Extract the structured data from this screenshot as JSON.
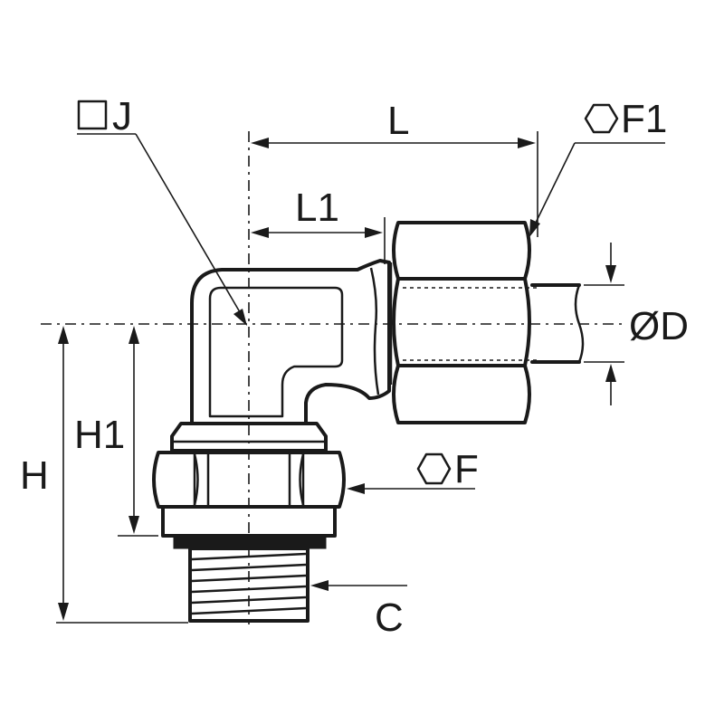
{
  "drawing": {
    "labels": {
      "J": "J",
      "L": "L",
      "F1": "F1",
      "L1": "L1",
      "D": "ØD",
      "H1": "H1",
      "H": "H",
      "F": "F",
      "C": "C"
    },
    "symbols": {
      "square": "square-icon",
      "hexagon": "hexagon-icon"
    }
  }
}
